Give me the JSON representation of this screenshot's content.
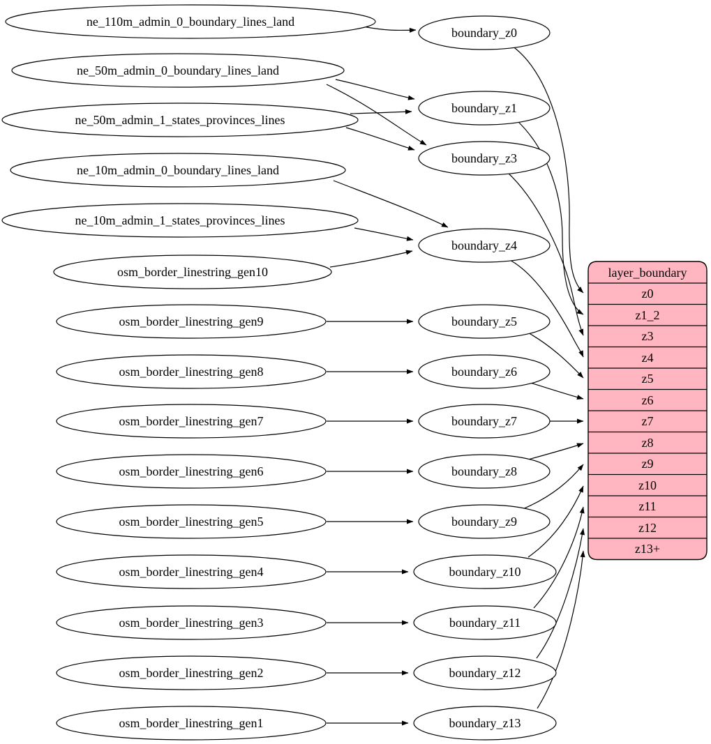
{
  "colors": {
    "background": "#ffffff",
    "node_fill": "#ffffff",
    "table_fill": "#ffb6c1",
    "stroke": "#000000",
    "text_color": "#000000"
  },
  "sources": [
    "ne_110m_admin_0_boundary_lines_land",
    "ne_50m_admin_0_boundary_lines_land",
    "ne_50m_admin_1_states_provinces_lines",
    "ne_10m_admin_0_boundary_lines_land",
    "ne_10m_admin_1_states_provinces_lines",
    "osm_border_linestring_gen10",
    "osm_border_linestring_gen9",
    "osm_border_linestring_gen8",
    "osm_border_linestring_gen7",
    "osm_border_linestring_gen6",
    "osm_border_linestring_gen5",
    "osm_border_linestring_gen4",
    "osm_border_linestring_gen3",
    "osm_border_linestring_gen2",
    "osm_border_linestring_gen1"
  ],
  "transforms": [
    "boundary_z0",
    "boundary_z1",
    "boundary_z3",
    "boundary_z4",
    "boundary_z5",
    "boundary_z6",
    "boundary_z7",
    "boundary_z8",
    "boundary_z9",
    "boundary_z10",
    "boundary_z11",
    "boundary_z12",
    "boundary_z13"
  ],
  "table": {
    "title": "layer_boundary",
    "rows": [
      "z0",
      "z1_2",
      "z3",
      "z4",
      "z5",
      "z6",
      "z7",
      "z8",
      "z9",
      "z10",
      "z11",
      "z12",
      "z13+"
    ]
  }
}
